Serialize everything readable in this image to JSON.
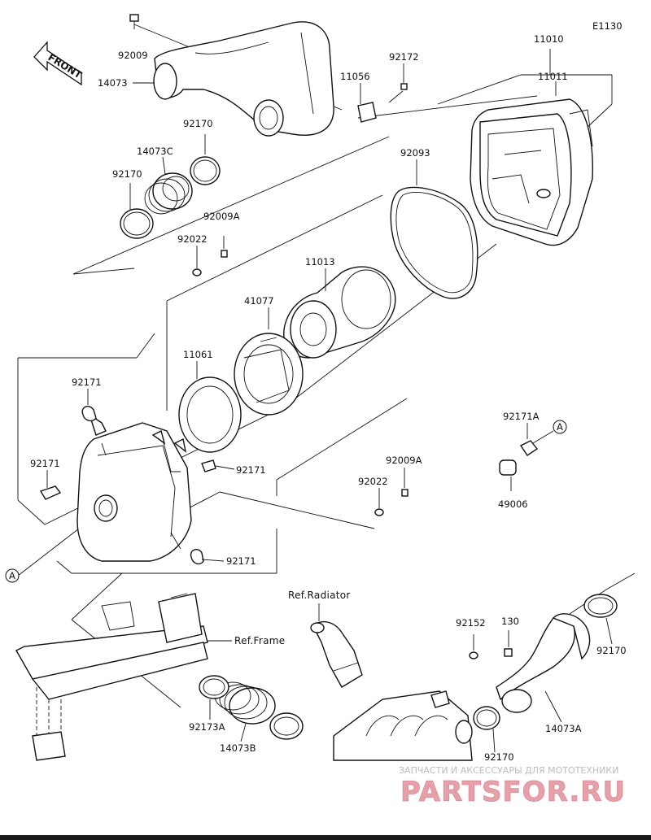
{
  "diagram_code": "E1130",
  "front_label": "FRONT",
  "callout_a": "A",
  "parts": {
    "p92009": "92009",
    "p14073": "14073",
    "p92172": "92172",
    "p11056": "11056",
    "p11010": "11010",
    "p11011": "11011",
    "p92170_a": "92170",
    "p14073c": "14073C",
    "p92170_b": "92170",
    "p92009a_a": "92009A",
    "p92022_a": "92022",
    "p92093": "92093",
    "p11013": "11013",
    "p41077": "41077",
    "p11061": "11061",
    "p92171_a": "92171",
    "p92171_b": "92171",
    "p92171_c": "92171",
    "p92171_d": "92171",
    "p92171a": "92171A",
    "p49006": "49006",
    "p92009a_b": "92009A",
    "p92022_b": "92022",
    "p92152": "92152",
    "p130": "130",
    "p92170_c": "92170",
    "p14073a": "14073A",
    "p92170_d": "92170",
    "p92173a": "92173A",
    "p14073b": "14073B"
  },
  "refs": {
    "radiator": "Ref.Radiator",
    "frame": "Ref.Frame"
  },
  "watermark": {
    "caption": "ЗАПЧАСТИ И АКСЕССУАРЫ ДЛЯ МОТОТЕХНИКИ",
    "logo": "PARTSFOR.RU"
  }
}
